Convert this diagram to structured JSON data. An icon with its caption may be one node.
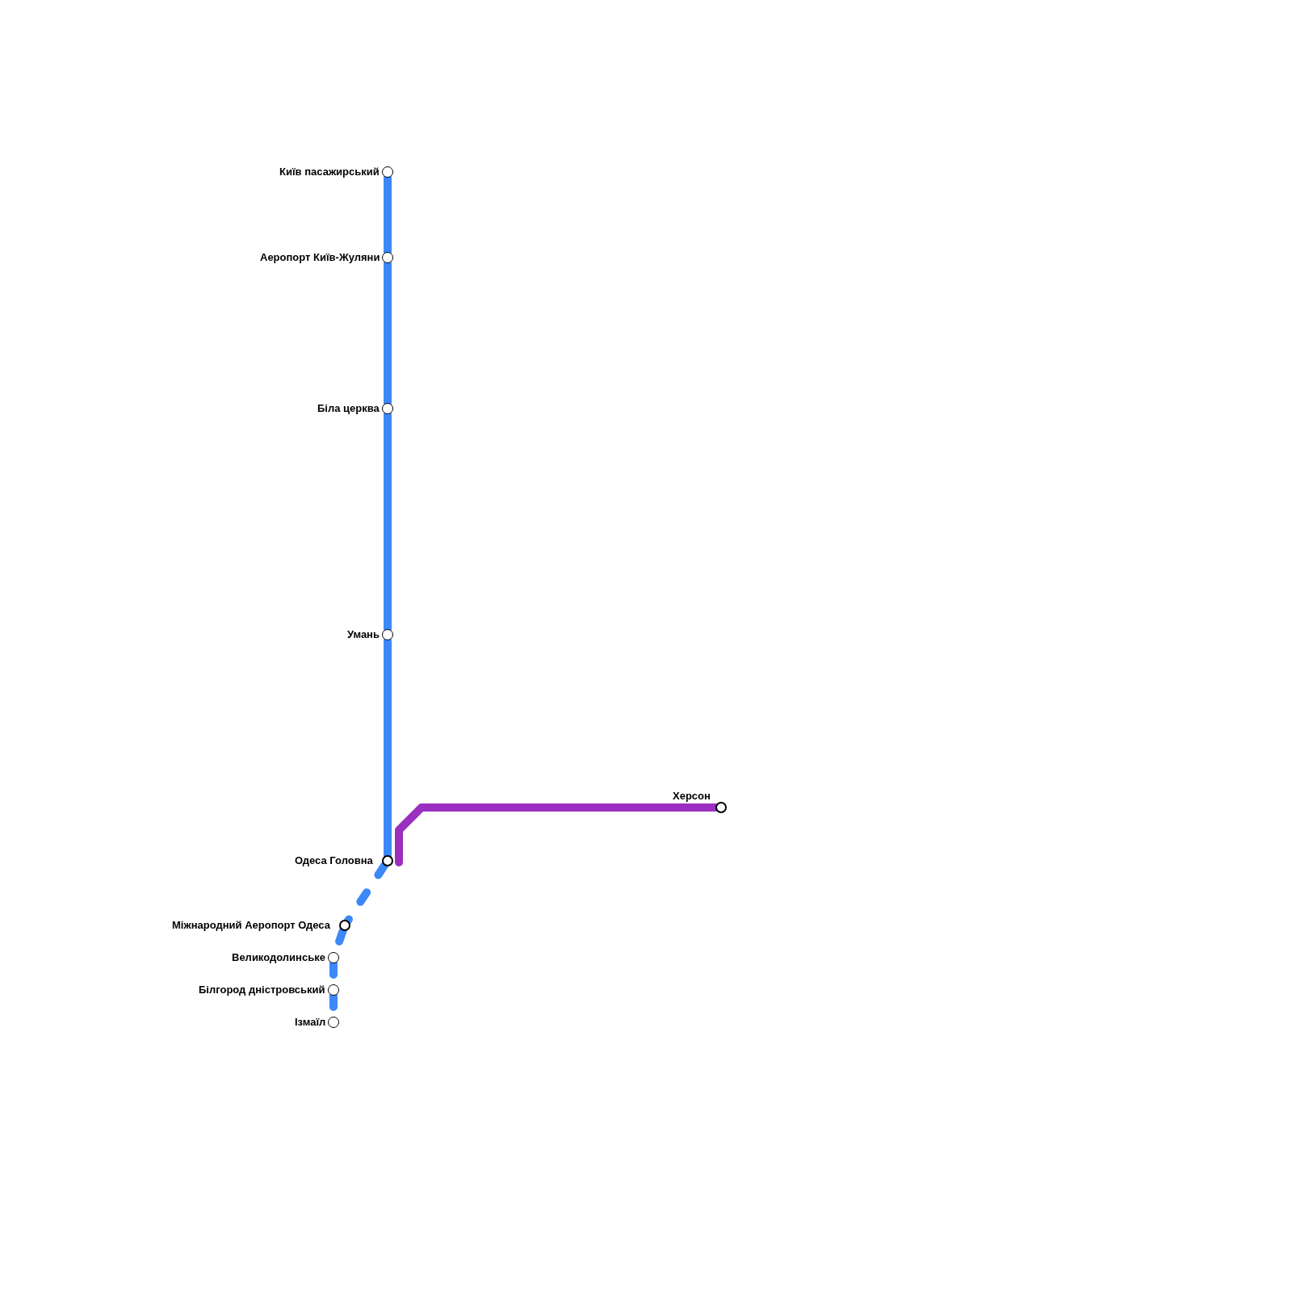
{
  "diagram": {
    "nodes": [
      {
        "text": [
          "Київ пасажирський"
        ]
      },
      {
        "text": [
          "Аеропорт Київ-Жуляни"
        ]
      },
      {
        "text": [
          "Біла церква"
        ]
      },
      {
        "text": [
          "Умань"
        ]
      },
      {
        "text": [
          "Одеса Головна"
        ]
      },
      {
        "text": [
          "Херсон"
        ]
      },
      {
        "text": [
          "Міжнародний Аеропорт Одеса"
        ]
      },
      {
        "text": [
          "Великодолинське"
        ]
      },
      {
        "text": [
          "Білгород дністровський"
        ]
      },
      {
        "text": [
          "Ізмаїл"
        ]
      }
    ],
    "edges": [
      {
        "from": 0,
        "to": 1,
        "arrow": "none"
      },
      {
        "from": 1,
        "to": 2,
        "arrow": "none"
      },
      {
        "from": 2,
        "to": 3,
        "arrow": "none"
      },
      {
        "from": 3,
        "to": 4,
        "arrow": "none"
      },
      {
        "from": 4,
        "to": 5,
        "arrow": "none",
        "color": "#9b2fbf"
      },
      {
        "from": 4,
        "to": 6,
        "arrow": "none",
        "style": "dashed"
      },
      {
        "from": 6,
        "to": 7,
        "arrow": "none",
        "style": "dashed"
      },
      {
        "from": 7,
        "to": 8,
        "arrow": "none",
        "style": "dashed"
      },
      {
        "from": 8,
        "to": 9,
        "arrow": "none",
        "style": "dashed"
      }
    ]
  }
}
